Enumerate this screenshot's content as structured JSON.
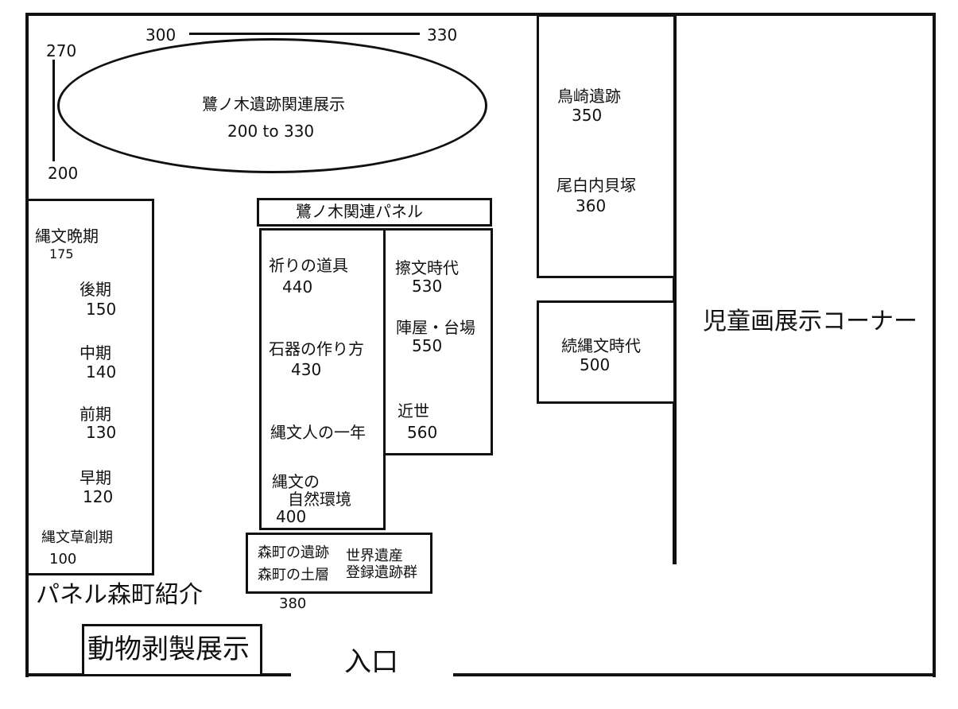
{
  "dimension": {
    "top_start": "300",
    "top_end": "330",
    "left_top": "270",
    "left_bottom": "200"
  },
  "oval": {
    "title": "鷺ノ木遺跡関連展示",
    "range": "200 to 330"
  },
  "panel_banner": "鷺ノ木関連パネル",
  "jomon_periods": [
    {
      "label": "縄文晩期",
      "number": "175"
    },
    {
      "label": "後期",
      "number": "150"
    },
    {
      "label": "中期",
      "number": "140"
    },
    {
      "label": "前期",
      "number": "130"
    },
    {
      "label": "早期",
      "number": "120"
    },
    {
      "label": "縄文草創期",
      "number": "100"
    }
  ],
  "center_left": [
    {
      "label": "祈りの道具",
      "number": "440"
    },
    {
      "label": "石器の作り方",
      "number": "430"
    },
    {
      "label": "縄文人の一年",
      "number": ""
    },
    {
      "label": "縄文の",
      "label2": "自然環境",
      "number": "400"
    }
  ],
  "center_right": [
    {
      "label": "擦文時代",
      "number": "530"
    },
    {
      "label": "陣屋・台場",
      "number": "550"
    },
    {
      "label": "近世",
      "number": "560"
    }
  ],
  "bottom_box": {
    "line1": "森町の遺跡",
    "line2": "森町の土層",
    "line3": "世界遺産",
    "line4": "登録遺跡群",
    "number": "380"
  },
  "right_top": [
    {
      "label": "鳥崎遺跡",
      "number": "350"
    },
    {
      "label": "尾白内貝塚",
      "number": "360"
    }
  ],
  "right_mid": {
    "label": "続縄文時代",
    "number": "500"
  },
  "children_corner": "児童画展示コーナー",
  "panel_morimachi": "パネル森町紹介",
  "animal_display": "動物剥製展示",
  "entrance": "入口"
}
